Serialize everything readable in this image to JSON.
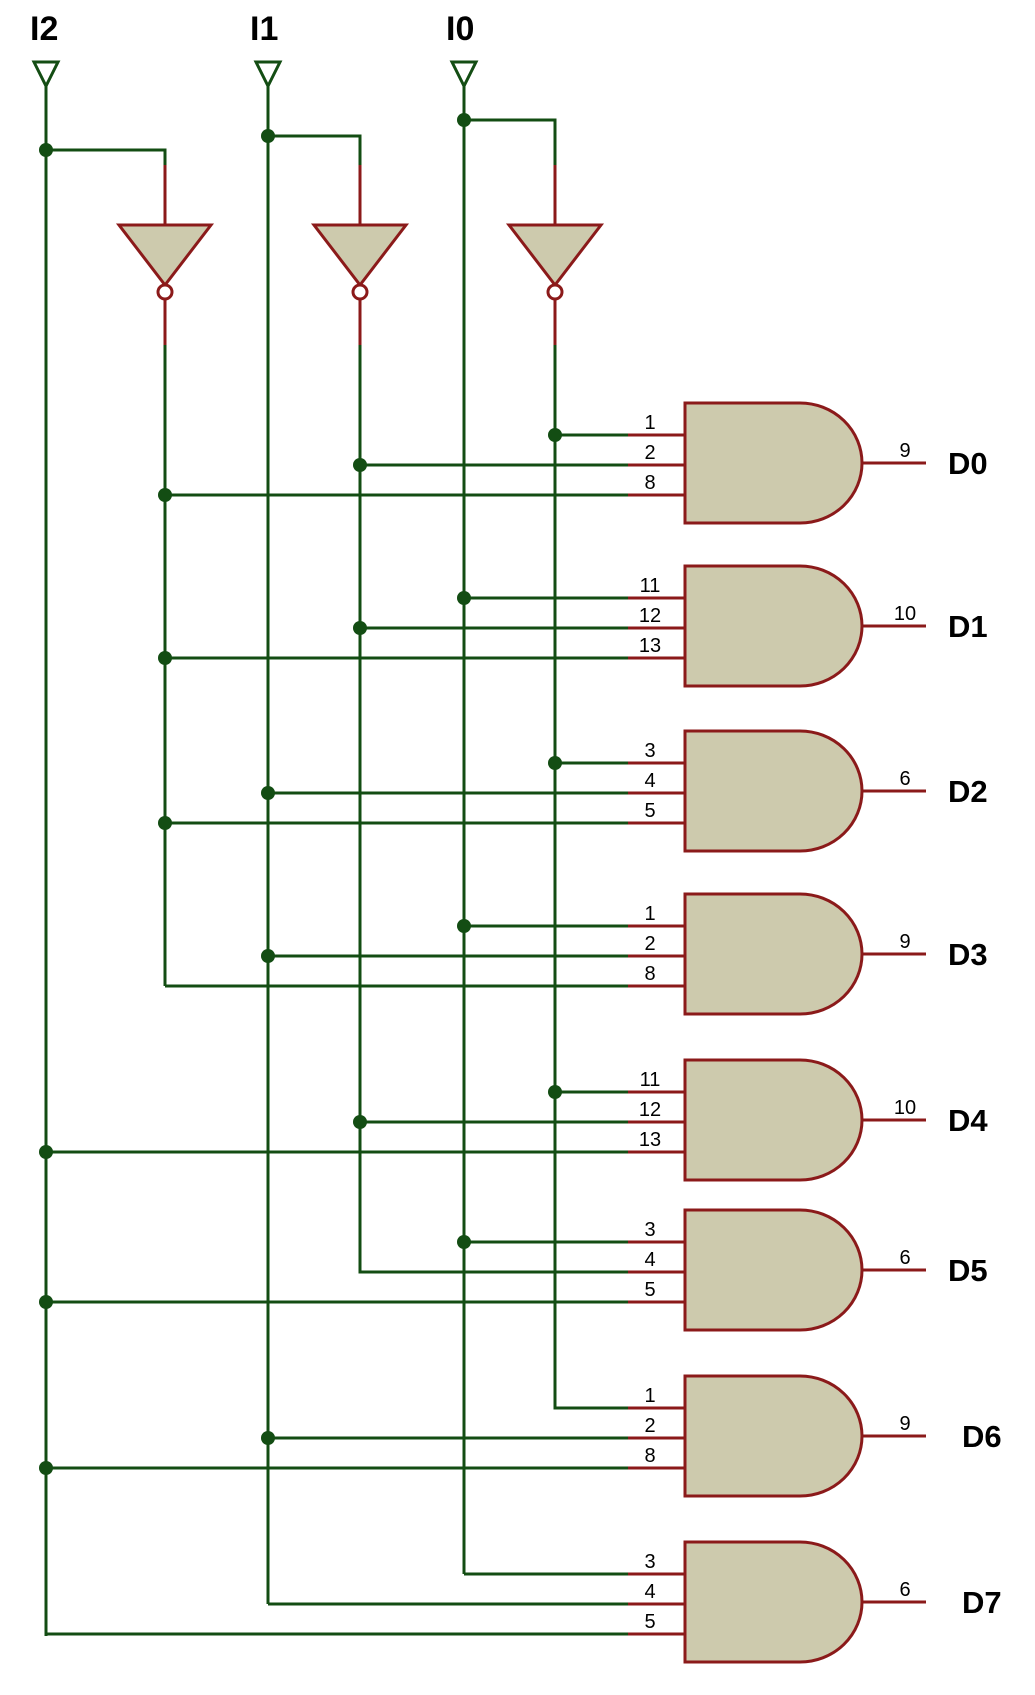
{
  "colors": {
    "wire": "#134d13",
    "component_outline": "#8b1a1a",
    "component_fill": "#cdcaad",
    "junction": "#134d13",
    "text": "#000000",
    "background": "#ffffff"
  },
  "inputs": [
    {
      "label": "I2"
    },
    {
      "label": "I1"
    },
    {
      "label": "I0"
    }
  ],
  "inverters": [
    {
      "input": "I2"
    },
    {
      "input": "I1"
    },
    {
      "input": "I0"
    }
  ],
  "gates": [
    {
      "output": "D0",
      "input_pins": [
        "1",
        "2",
        "8"
      ],
      "output_pin": "9"
    },
    {
      "output": "D1",
      "input_pins": [
        "11",
        "12",
        "13"
      ],
      "output_pin": "10"
    },
    {
      "output": "D2",
      "input_pins": [
        "3",
        "4",
        "5"
      ],
      "output_pin": "6"
    },
    {
      "output": "D3",
      "input_pins": [
        "1",
        "2",
        "8"
      ],
      "output_pin": "9"
    },
    {
      "output": "D4",
      "input_pins": [
        "11",
        "12",
        "13"
      ],
      "output_pin": "10"
    },
    {
      "output": "D5",
      "input_pins": [
        "3",
        "4",
        "5"
      ],
      "output_pin": "6"
    },
    {
      "output": "D6",
      "input_pins": [
        "1",
        "2",
        "8"
      ],
      "output_pin": "9"
    },
    {
      "output": "D7",
      "input_pins": [
        "3",
        "4",
        "5"
      ],
      "output_pin": "6"
    }
  ]
}
